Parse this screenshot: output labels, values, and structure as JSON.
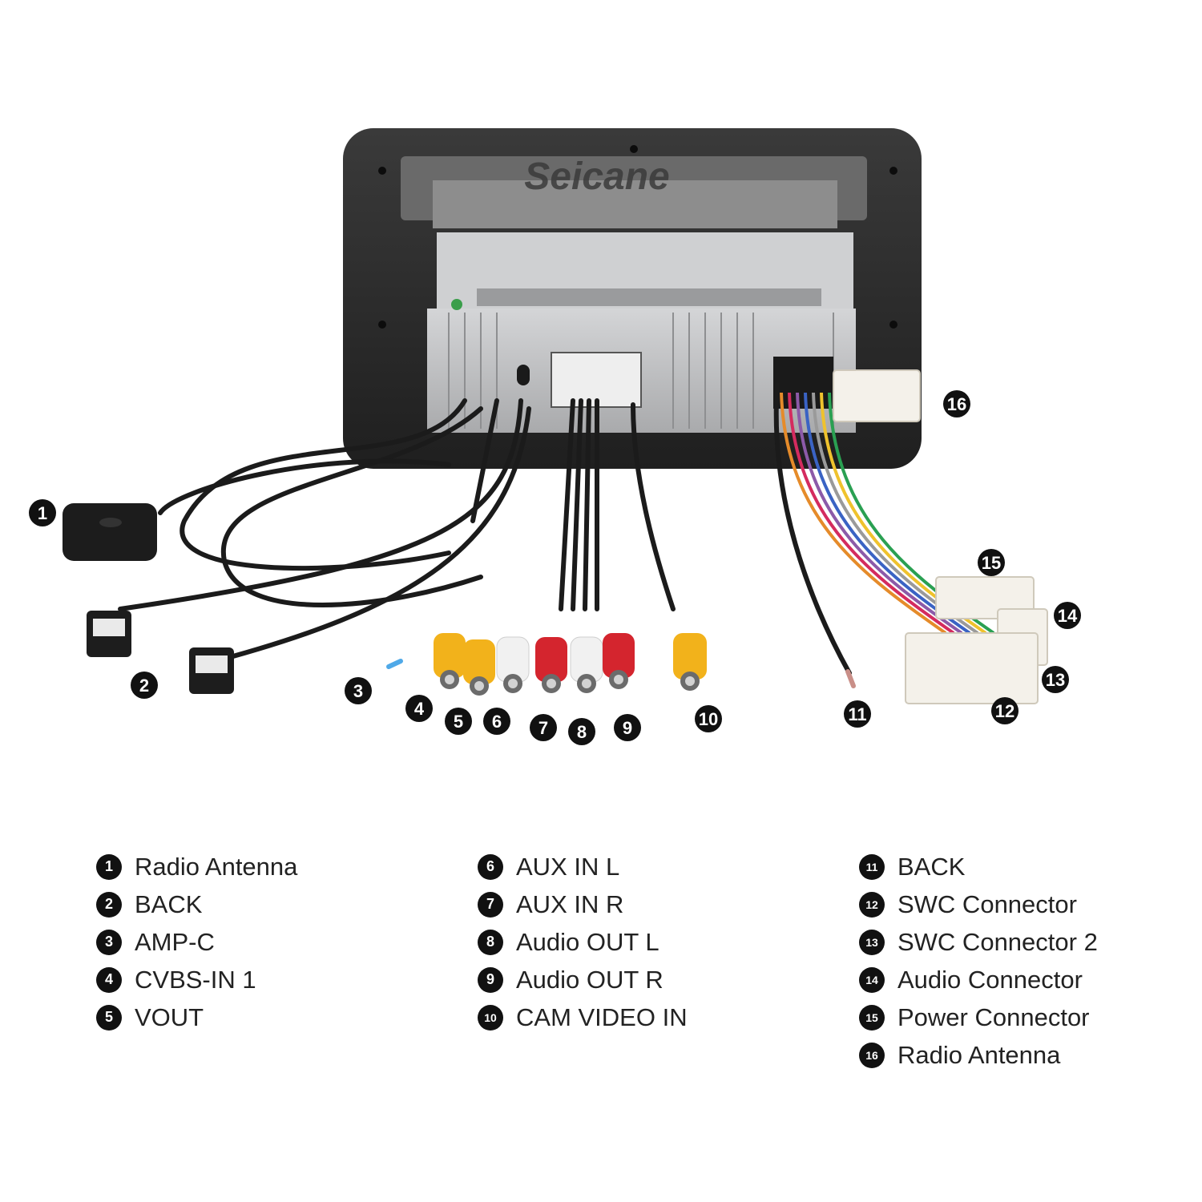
{
  "brand": "Seicane",
  "callouts": [
    {
      "num": "1"
    },
    {
      "num": "2"
    },
    {
      "num": "3"
    },
    {
      "num": "4"
    },
    {
      "num": "5"
    },
    {
      "num": "6"
    },
    {
      "num": "7"
    },
    {
      "num": "8"
    },
    {
      "num": "9"
    },
    {
      "num": "10"
    },
    {
      "num": "11"
    },
    {
      "num": "12"
    },
    {
      "num": "13"
    },
    {
      "num": "14"
    },
    {
      "num": "15"
    },
    {
      "num": "16"
    }
  ],
  "legend": [
    {
      "num": "1",
      "label": "Radio Antenna"
    },
    {
      "num": "2",
      "label": "BACK"
    },
    {
      "num": "3",
      "label": "AMP-C"
    },
    {
      "num": "4",
      "label": "CVBS-IN 1"
    },
    {
      "num": "5",
      "label": "VOUT"
    },
    {
      "num": "6",
      "label": "AUX IN L"
    },
    {
      "num": "7",
      "label": "AUX IN R"
    },
    {
      "num": "8",
      "label": "Audio OUT L"
    },
    {
      "num": "9",
      "label": "Audio OUT R"
    },
    {
      "num": "10",
      "label": "CAM VIDEO IN"
    },
    {
      "num": "11",
      "label": "BACK"
    },
    {
      "num": "12",
      "label": "SWC Connector"
    },
    {
      "num": "13",
      "label": "SWC Connector 2"
    },
    {
      "num": "14",
      "label": "Audio Connector"
    },
    {
      "num": "15",
      "label": "Power Connector"
    },
    {
      "num": "16",
      "label": "Radio Antenna"
    }
  ],
  "colors": {
    "rca_yellow": "#f2b21b",
    "rca_red": "#d4252e",
    "rca_white": "#f1f1f1",
    "cable": "#1b1b1b",
    "frame": "#2d2d2d",
    "chassis": "#b8b9bb",
    "connector": "#f4f1ea"
  }
}
